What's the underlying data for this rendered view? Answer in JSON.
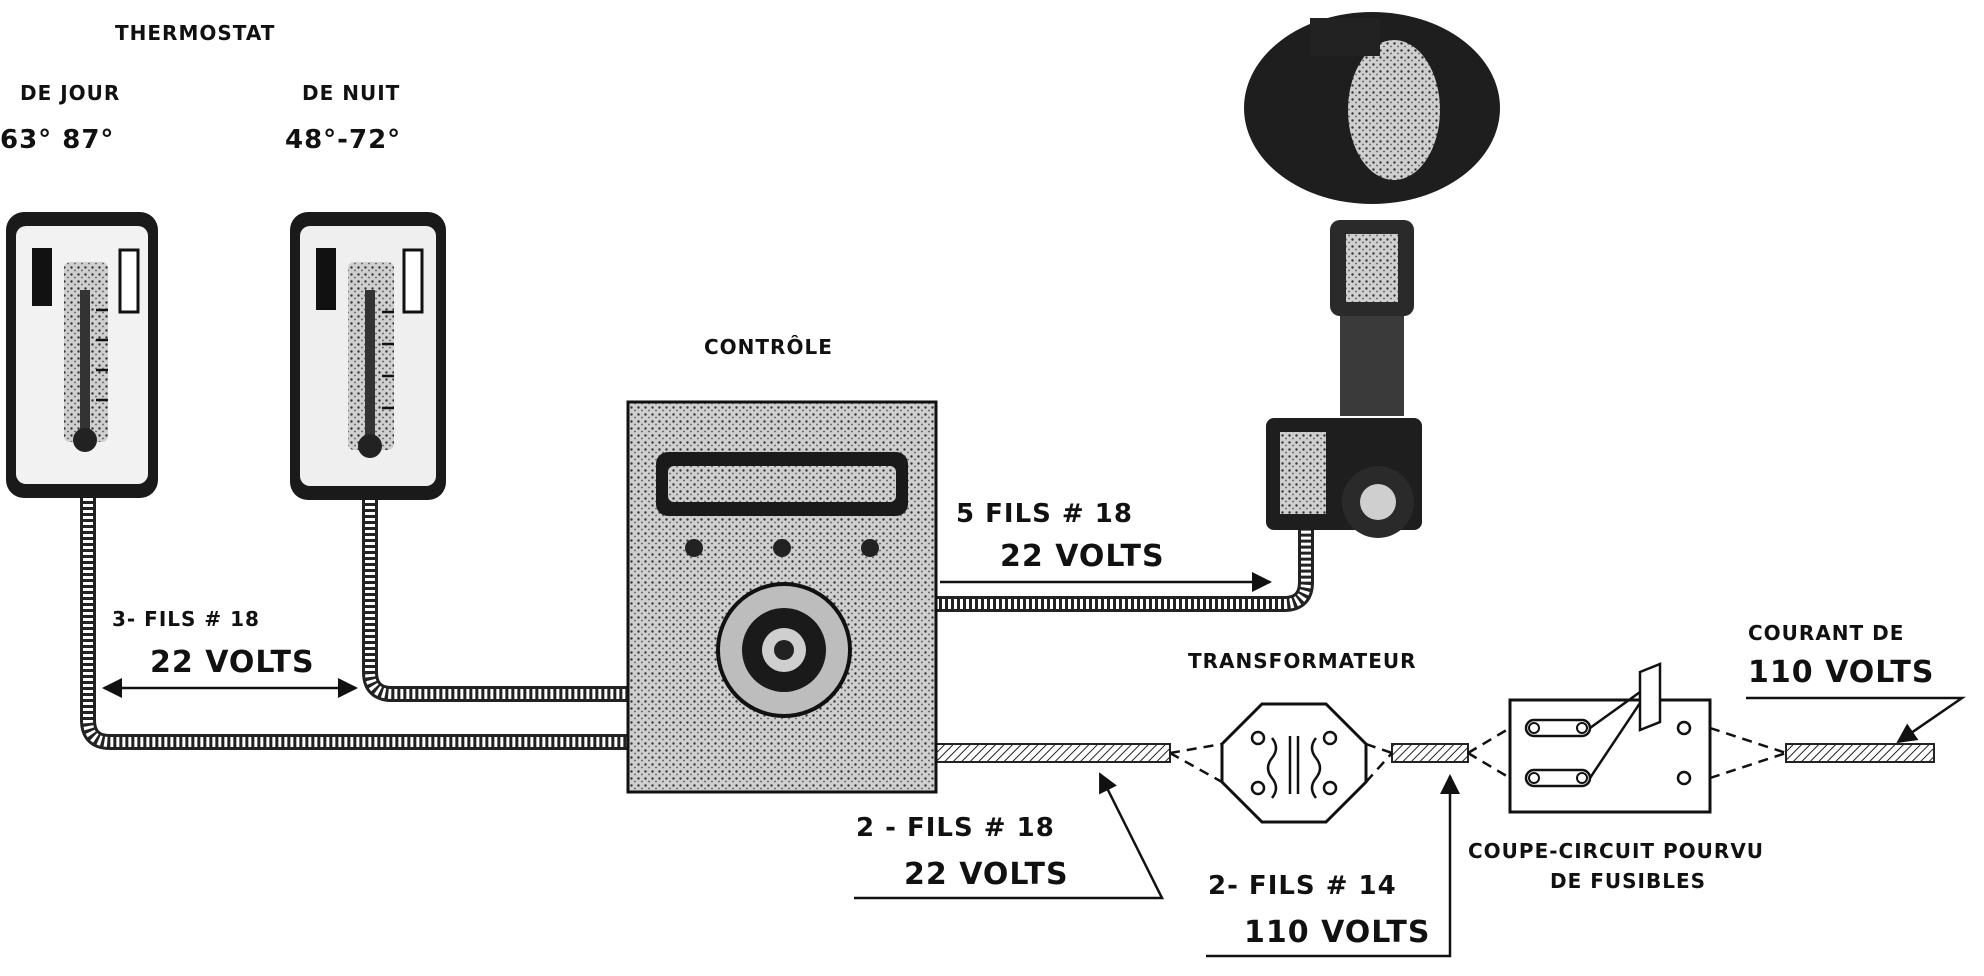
{
  "thermostat": {
    "title": "THERMOSTAT",
    "day_label": "DE JOUR",
    "day_range": "63° 87°",
    "night_label": "DE NUIT",
    "night_range": "48°-72°"
  },
  "control": {
    "label": "CONTRÔLE"
  },
  "wires_thermostat": {
    "count": "3- FILS # 18",
    "voltage": "22 VOLTS"
  },
  "wires_motor": {
    "count": "5  FILS # 18",
    "voltage": "22 VOLTS"
  },
  "wires_control_transformer": {
    "count": "2 - FILS # 18",
    "voltage": "22 VOLTS"
  },
  "transformer": {
    "label": "TRANSFORMATEUR"
  },
  "wires_transformer_breaker": {
    "count": "2- FILS # 14",
    "voltage": "110 VOLTS"
  },
  "breaker": {
    "label_line1": "COUPE-CIRCUIT POURVU",
    "label_line2": "DE FUSIBLES"
  },
  "supply": {
    "label_line1": "COURANT DE",
    "label_line2": "110 VOLTS"
  }
}
